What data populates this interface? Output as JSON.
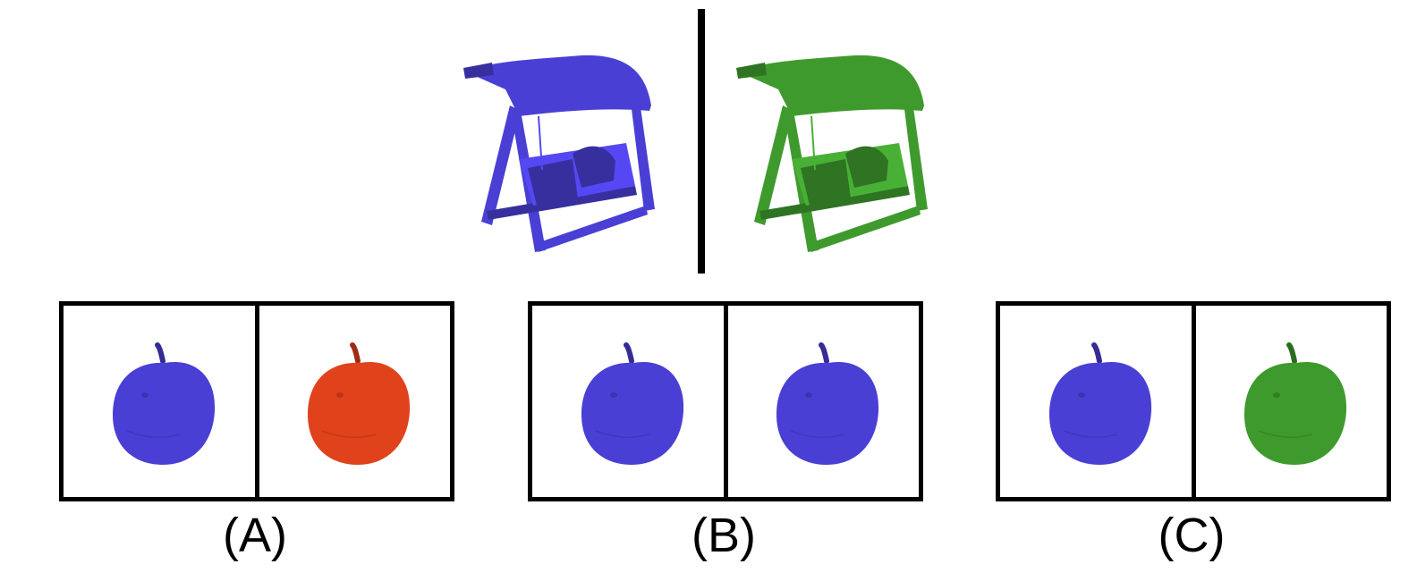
{
  "example": {
    "left_color": "#4a3fd4",
    "right_color": "#3f9a2e",
    "object_icon": "porch-swing-icon"
  },
  "options": [
    {
      "label": "(A)",
      "left_color": "#4a3fd4",
      "right_color": "#e0421c",
      "object_icon": "fruit-icon"
    },
    {
      "label": "(B)",
      "left_color": "#4a3fd4",
      "right_color": "#4a3fd4",
      "object_icon": "fruit-icon"
    },
    {
      "label": "(C)",
      "left_color": "#4a3fd4",
      "right_color": "#3f9a2e",
      "object_icon": "fruit-icon"
    }
  ]
}
